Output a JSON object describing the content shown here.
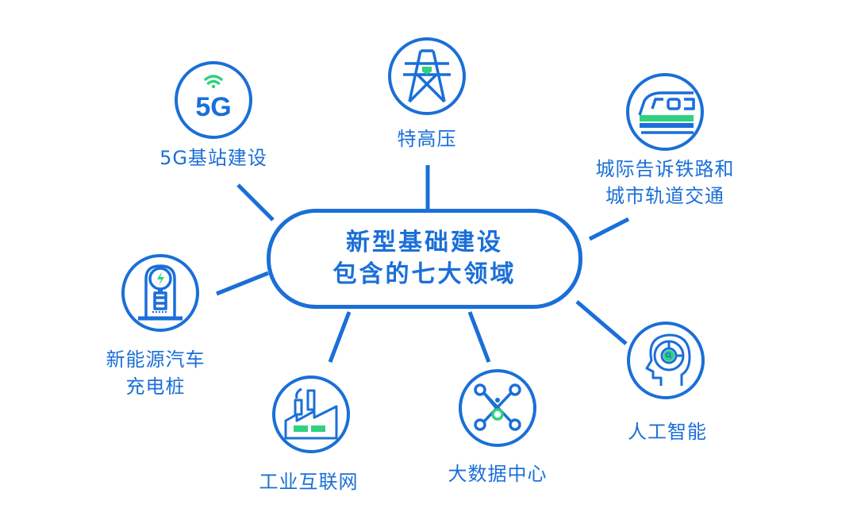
{
  "center": {
    "line1": "新型基础建设",
    "line2": "包含的七大领域"
  },
  "colors": {
    "primary_blue": "#1a6fd8",
    "accent_green": "#2ed17e",
    "background": "#ffffff"
  },
  "nodes": [
    {
      "id": "5g",
      "icon": "5g-signal-icon",
      "icon_text": "5G",
      "label": [
        "5G基站建设"
      ]
    },
    {
      "id": "uhv",
      "icon": "power-tower-icon",
      "label": [
        "特高压"
      ]
    },
    {
      "id": "rail",
      "icon": "train-icon",
      "label": [
        "城际告诉铁路和",
        "城市轨道交通"
      ]
    },
    {
      "id": "ev",
      "icon": "charging-pile-icon",
      "label": [
        "新能源汽车",
        "充电桩"
      ]
    },
    {
      "id": "iiot",
      "icon": "factory-icon",
      "label": [
        "工业互联网"
      ]
    },
    {
      "id": "bigdata",
      "icon": "network-nodes-icon",
      "label": [
        "大数据中心"
      ]
    },
    {
      "id": "ai",
      "icon": "ai-head-icon",
      "label": [
        "人工智能"
      ]
    }
  ]
}
